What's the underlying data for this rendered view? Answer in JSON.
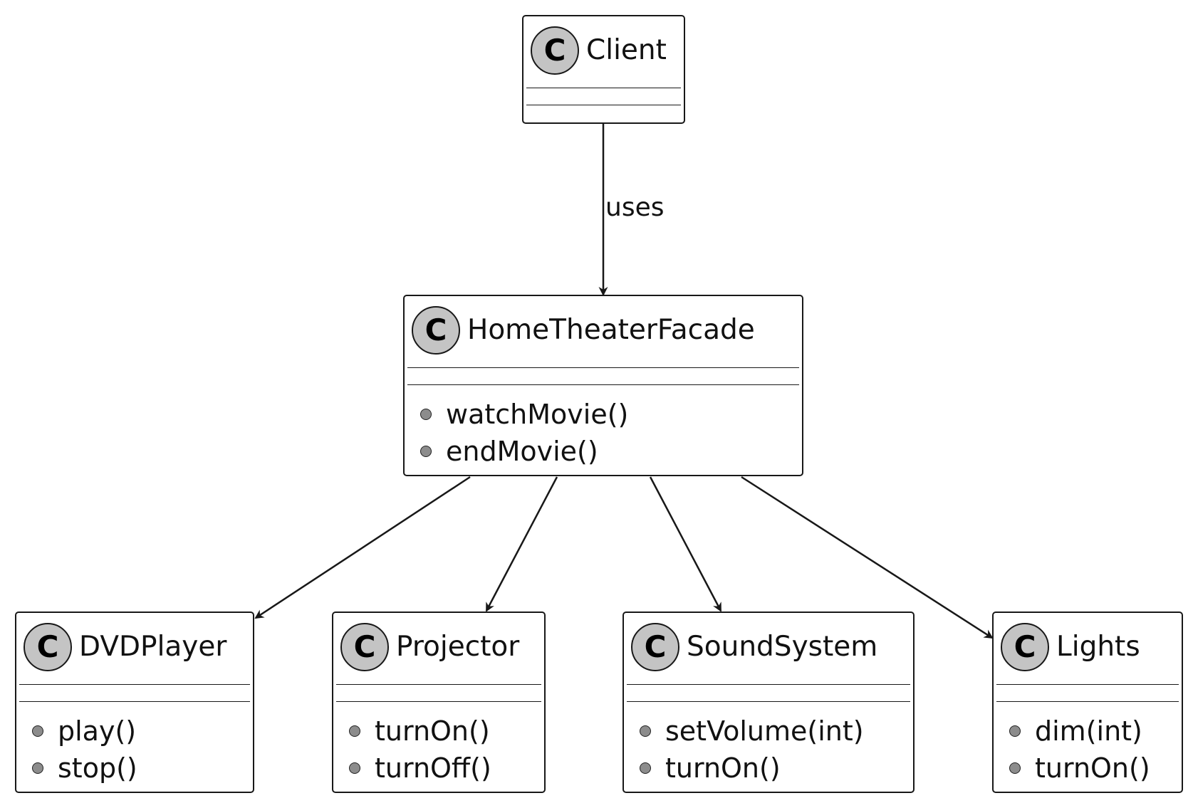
{
  "diagram": {
    "classes": {
      "client": {
        "name": "Client",
        "icon": "C",
        "methods": []
      },
      "facade": {
        "name": "HomeTheaterFacade",
        "icon": "C",
        "methods": [
          "watchMovie()",
          "endMovie()"
        ]
      },
      "dvd": {
        "name": "DVDPlayer",
        "icon": "C",
        "methods": [
          "play()",
          "stop()"
        ]
      },
      "projector": {
        "name": "Projector",
        "icon": "C",
        "methods": [
          "turnOn()",
          "turnOff()"
        ]
      },
      "sound": {
        "name": "SoundSystem",
        "icon": "C",
        "methods": [
          "setVolume(int)",
          "turnOn()"
        ]
      },
      "lights": {
        "name": "Lights",
        "icon": "C",
        "methods": [
          "dim(int)",
          "turnOn()"
        ]
      }
    },
    "edges": [
      {
        "from": "Client",
        "to": "HomeTheaterFacade",
        "label": "uses"
      },
      {
        "from": "HomeTheaterFacade",
        "to": "DVDPlayer",
        "label": ""
      },
      {
        "from": "HomeTheaterFacade",
        "to": "Projector",
        "label": ""
      },
      {
        "from": "HomeTheaterFacade",
        "to": "SoundSystem",
        "label": ""
      },
      {
        "from": "HomeTheaterFacade",
        "to": "Lights",
        "label": ""
      }
    ],
    "colors": {
      "background": "#ffffff",
      "border": "#181818",
      "class_icon_fill": "#c4c4c4",
      "visibility_dot_fill": "#8c8c8c"
    },
    "icons": {
      "class_icon": "class-c-icon",
      "method_visibility": "public-method-dot-icon"
    }
  }
}
